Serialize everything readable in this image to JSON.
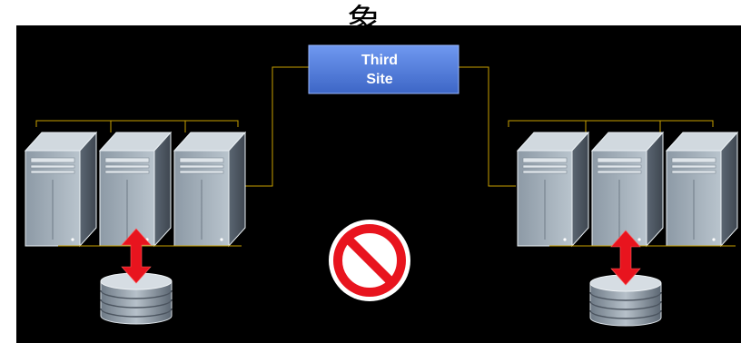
{
  "header_text": "象",
  "third_site": {
    "line1": "Third",
    "line2": "Site"
  },
  "icons": {
    "left_cluster": [
      "server-tower-icon",
      "server-tower-icon",
      "server-tower-icon"
    ],
    "right_cluster": [
      "server-tower-icon",
      "server-tower-icon",
      "server-tower-icon"
    ],
    "storage": [
      "database-icon",
      "database-icon"
    ],
    "center": "prohibited-icon",
    "arrows": [
      "double-arrow-icon",
      "double-arrow-icon"
    ]
  },
  "colors": {
    "background": "#000000",
    "third_site_fill": "#5b86e5",
    "connector": "#c8a000",
    "arrow": "#e8141e",
    "prohibit": "#e8141e"
  }
}
